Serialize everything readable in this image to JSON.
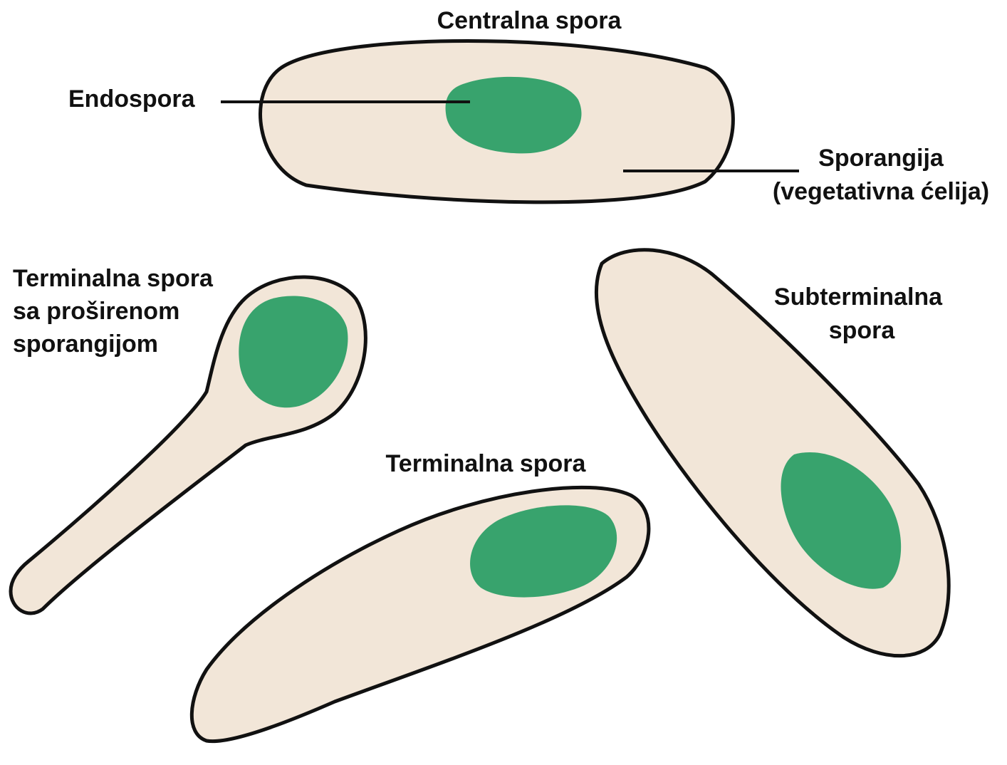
{
  "colors": {
    "cell_fill": "#f2e6d8",
    "spore_fill": "#38a36d",
    "outline": "#111111",
    "text": "#111111"
  },
  "labels": {
    "central_title": "Centralna spora",
    "endospore": "Endospora",
    "sporangium_line1": "Sporangija",
    "sporangium_line2": "(vegetativna ćelija)",
    "terminal_swollen_line1": "Terminalna spora",
    "terminal_swollen_line2": "sa proširenom",
    "terminal_swollen_line3": "sporangijom",
    "subterminal_line1": "Subterminalna",
    "subterminal_line2": "spora",
    "terminal": "Terminalna spora"
  }
}
